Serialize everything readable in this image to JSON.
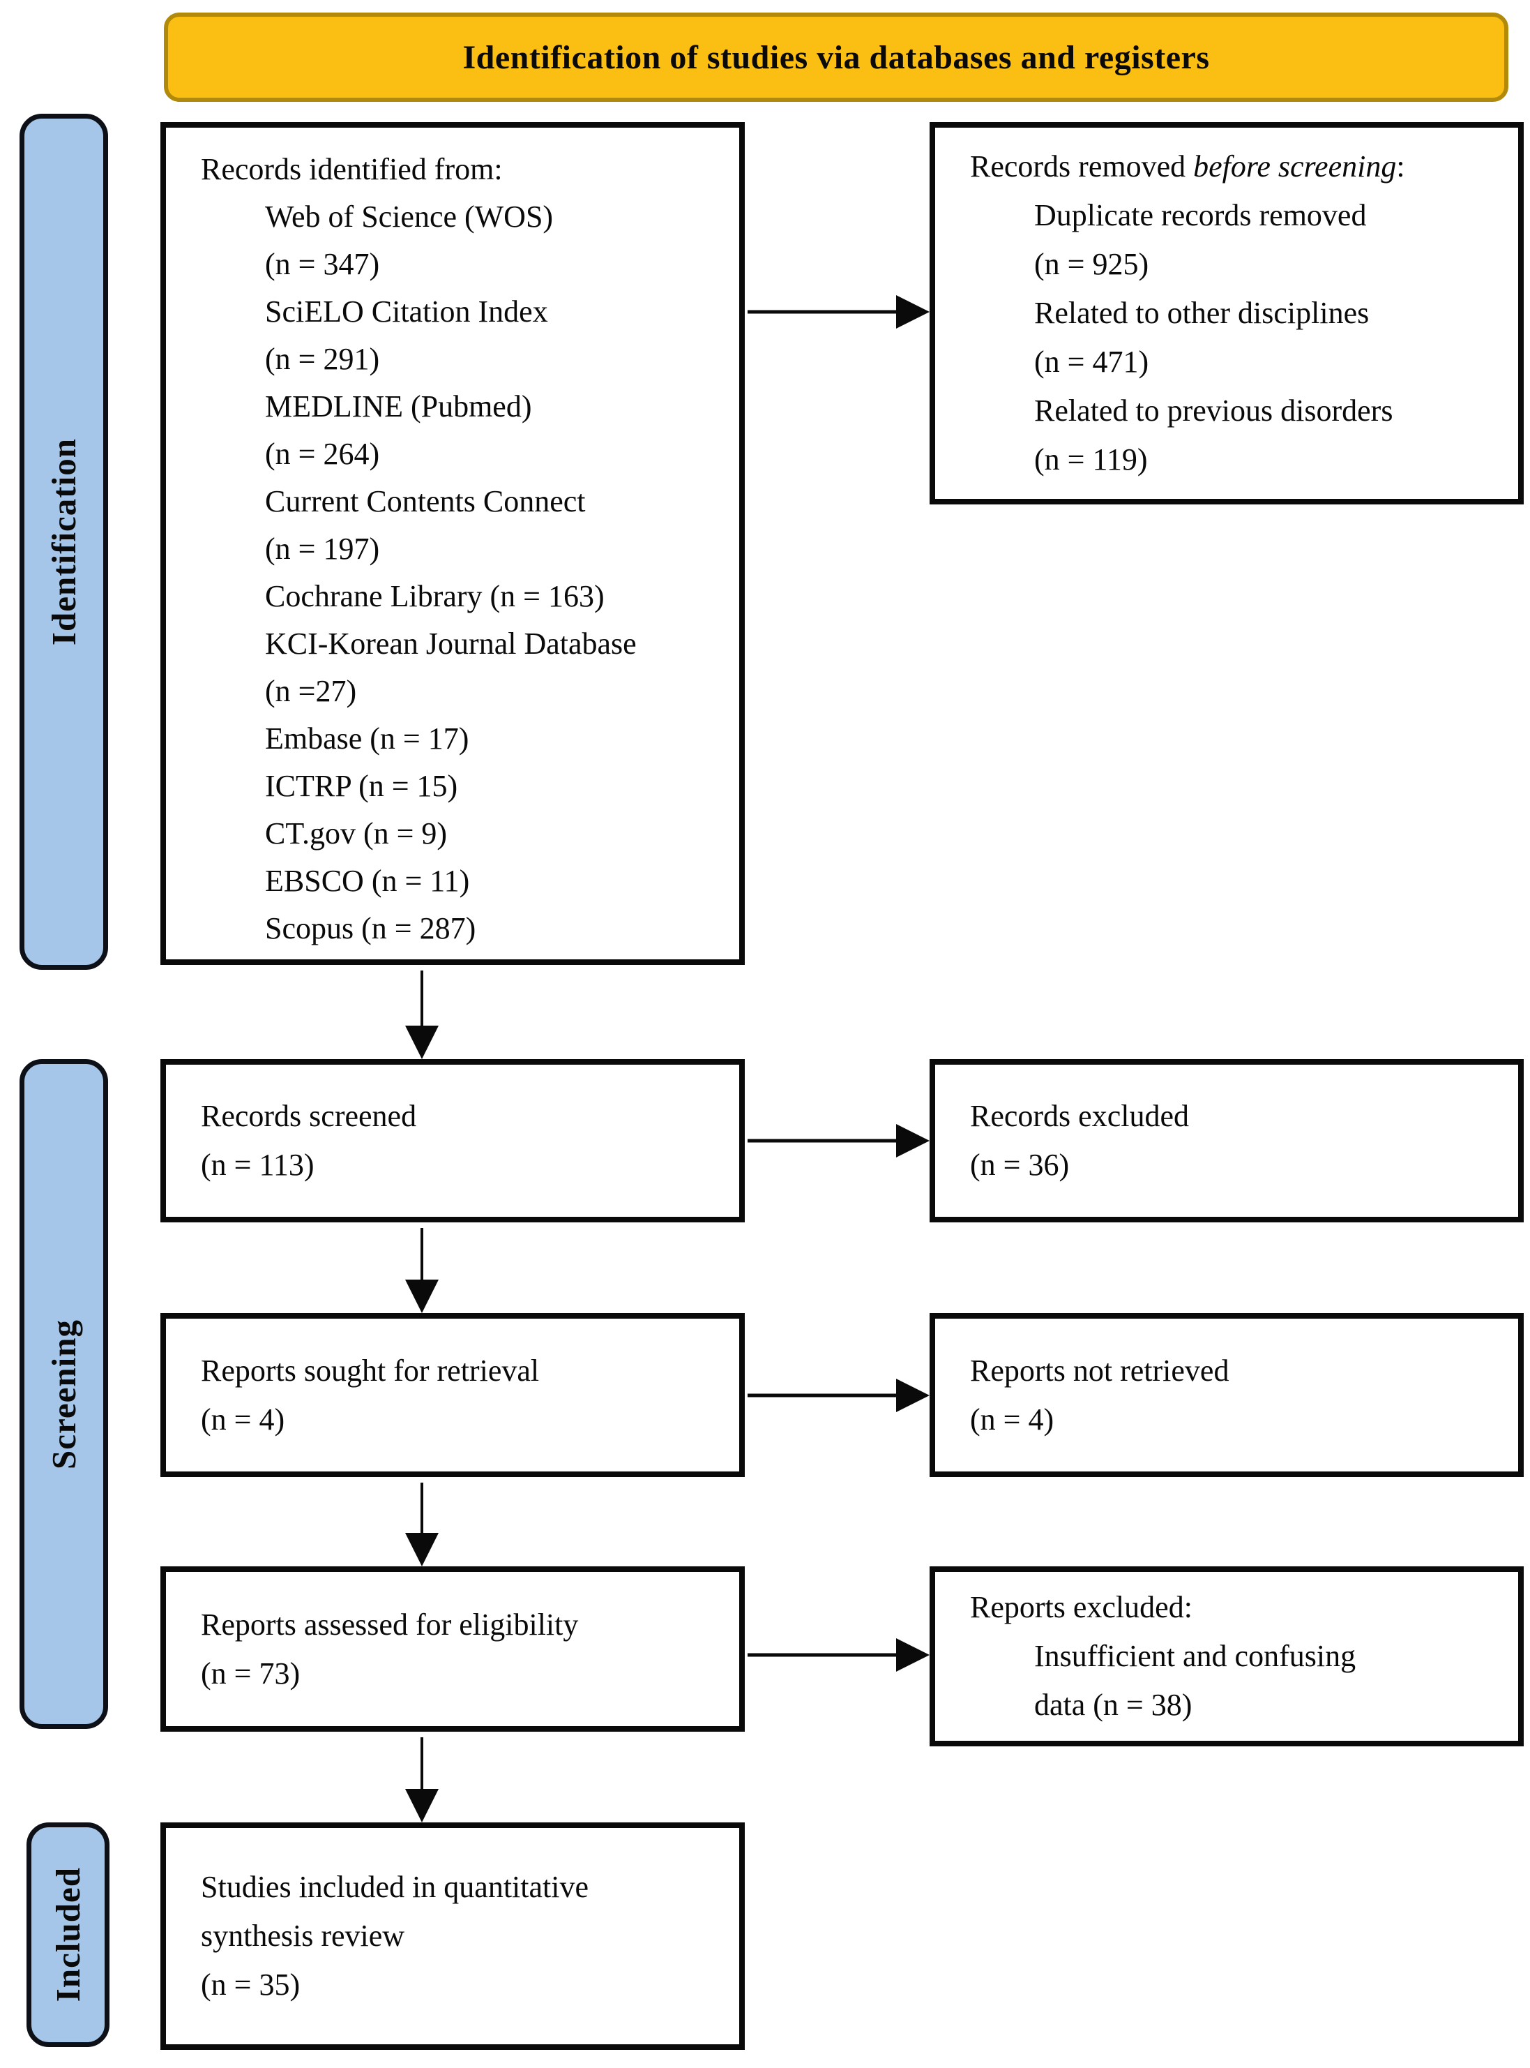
{
  "theme": {
    "header_fill": "#FBBE13",
    "header_border": "#B18A0B",
    "stage_fill": "#A5C6E8",
    "line_color": "#0a0a0a"
  },
  "header": {
    "title": "Identification of studies via databases and registers"
  },
  "stages": {
    "identification": "Identification",
    "screening": "Screening",
    "included": "Included"
  },
  "boxes": {
    "records_identified": {
      "title": "Records identified from:",
      "items": [
        "Web of Science (WOS)",
        "(n = 347)",
        "SciELO Citation Index",
        "(n = 291)",
        "MEDLINE (Pubmed)",
        "(n = 264)",
        "Current Contents Connect",
        "(n = 197)",
        "Cochrane Library (n = 163)",
        "KCI-Korean Journal Database",
        "(n =27)",
        "Embase (n = 17)",
        "ICTRP (n = 15)",
        "CT.gov (n = 9)",
        "EBSCO (n = 11)",
        "Scopus (n = 287)"
      ]
    },
    "records_removed": {
      "title_prefix": "Records removed ",
      "title_italic": "before screening",
      "title_suffix": ":",
      "items": [
        "Duplicate records removed",
        "(n = 925)",
        "Related to other disciplines",
        "(n = 471)",
        "Related to previous disorders",
        "(n = 119)"
      ]
    },
    "records_screened": {
      "lines": [
        "Records screened",
        "(n = 113)"
      ]
    },
    "records_excluded": {
      "lines": [
        "Records excluded",
        "(n = 36)"
      ]
    },
    "reports_sought": {
      "lines": [
        "Reports sought for retrieval",
        "(n = 4)"
      ]
    },
    "reports_not_retrieved": {
      "lines": [
        "Reports not retrieved",
        "(n = 4)"
      ]
    },
    "reports_assessed": {
      "lines": [
        "Reports assessed for eligibility",
        "(n = 73)"
      ]
    },
    "reports_excluded": {
      "title": "Reports excluded:",
      "items": [
        "Insufficient and confusing",
        "data (n = 38)"
      ]
    },
    "studies_included": {
      "lines": [
        "Studies included in quantitative",
        "synthesis review",
        "(n = 35)"
      ]
    }
  }
}
